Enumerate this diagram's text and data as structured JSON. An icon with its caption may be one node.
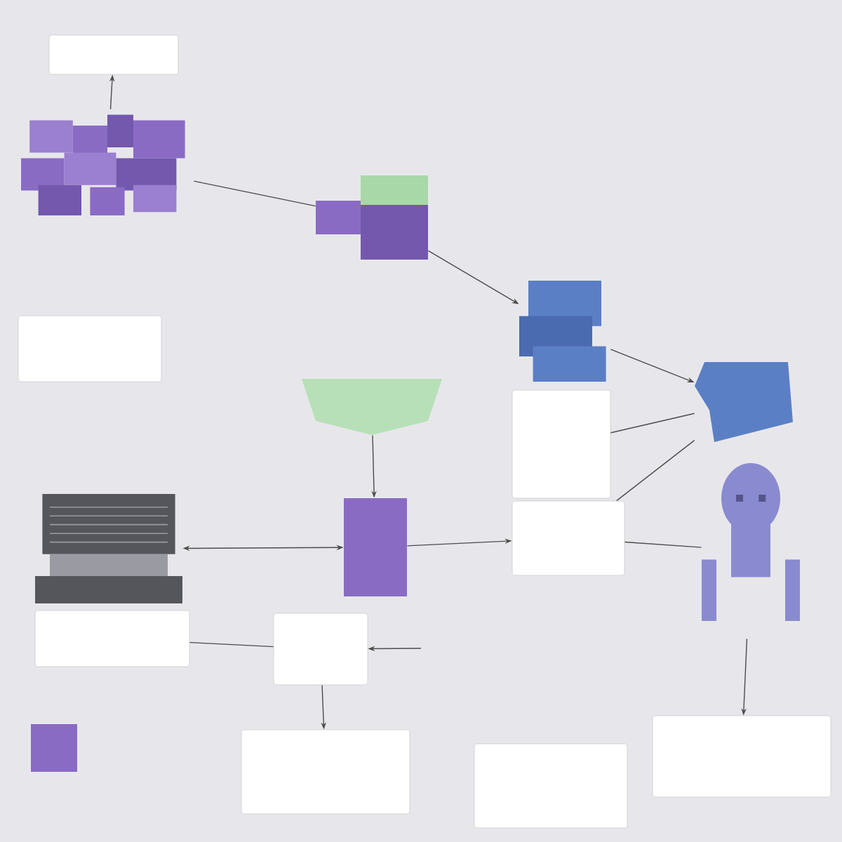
{
  "diagram": {
    "nodes": [
      {
        "text": [],
        "shape": "picture"
      },
      {
        "text": [],
        "shape": "box"
      },
      {
        "text": [],
        "shape": "picture"
      },
      {
        "text": [],
        "shape": "picture"
      },
      {
        "text": [],
        "shape": "picture"
      },
      {
        "text": [],
        "shape": "cloud"
      },
      {
        "text": [],
        "shape": "box"
      },
      {
        "text": [],
        "shape": "box"
      },
      {
        "text": [],
        "shape": "box"
      },
      {
        "text": [],
        "shape": "picture"
      },
      {
        "text": [],
        "shape": "box"
      },
      {
        "text": [],
        "shape": "picture"
      },
      {
        "text": [],
        "shape": "box"
      },
      {
        "text": [],
        "shape": "box"
      },
      {
        "text": [],
        "shape": "box"
      },
      {
        "text": [],
        "shape": "box"
      },
      {
        "text": [],
        "shape": "box"
      },
      {
        "text": [],
        "shape": "box"
      }
    ],
    "edges": [
      {
        "from": 0,
        "to": 1,
        "arrow": "to"
      },
      {
        "from": 0,
        "to": 2,
        "arrow": "none"
      },
      {
        "from": 2,
        "to": 3,
        "arrow": "to"
      },
      {
        "from": 3,
        "to": 4,
        "arrow": "to"
      },
      {
        "from": 7,
        "to": 4,
        "arrow": "none"
      },
      {
        "from": 4,
        "to": 8,
        "arrow": "none"
      },
      {
        "from": 8,
        "to": 11,
        "arrow": "none"
      },
      {
        "from": 5,
        "to": 10,
        "arrow": "to"
      },
      {
        "from": 9,
        "to": 10,
        "arrow": "both"
      },
      {
        "from": 10,
        "to": 8,
        "arrow": "to"
      },
      {
        "from": 12,
        "to": 13,
        "arrow": "none"
      },
      {
        "from": null,
        "to": 13,
        "arrow": "to"
      },
      {
        "from": 13,
        "to": 14,
        "arrow": "to"
      },
      {
        "from": 11,
        "to": 16,
        "arrow": "to"
      }
    ]
  }
}
